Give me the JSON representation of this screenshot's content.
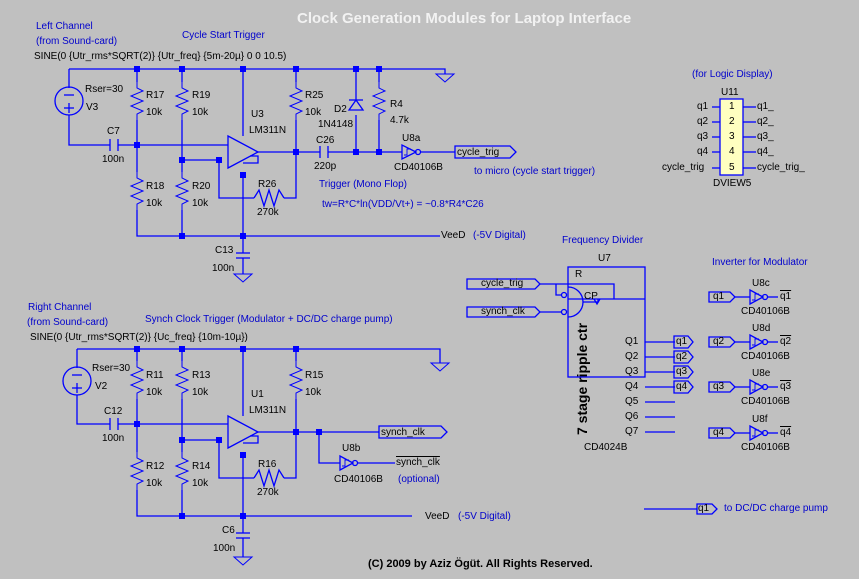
{
  "title": "Clock Generation Modules for Laptop Interface",
  "copyright": "(C) 2009 by Aziz Ögüt. All Rights Reserved.",
  "colors": {
    "background": "#c0c0c0",
    "wire": "#0000ff",
    "annotation": "#0000cc",
    "title": "#f2f2f2",
    "display_body": "#ffffc0"
  },
  "left": {
    "channel_label": "Left Channel",
    "channel_sub": "(from Sound-card)",
    "section_title": "Cycle Start Trigger",
    "source_spec": "SINE(0 {Utr_rms*SQRT(2)} {Utr_freq} {5m-20µ} 0 0 10.5)",
    "source": {
      "ref": "V3",
      "rser": "Rser=30"
    },
    "resistors": [
      {
        "ref": "R17",
        "value": "10k"
      },
      {
        "ref": "R19",
        "value": "10k"
      },
      {
        "ref": "R18",
        "value": "10k"
      },
      {
        "ref": "R20",
        "value": "10k"
      },
      {
        "ref": "R25",
        "value": "10k"
      },
      {
        "ref": "R26",
        "value": "270k"
      },
      {
        "ref": "R4",
        "value": "4.7k"
      }
    ],
    "capacitors": [
      {
        "ref": "C7",
        "value": "100n"
      },
      {
        "ref": "C26",
        "value": "220p"
      },
      {
        "ref": "C13",
        "value": "100n"
      }
    ],
    "comparator": {
      "ref": "U3",
      "part": "LM311N"
    },
    "diode": {
      "ref": "D2",
      "part": "1N4148"
    },
    "inverter": {
      "ref": "U8a",
      "part": "CD40106B"
    },
    "output_net": "cycle_trig",
    "output_note": "to micro (cycle start trigger)",
    "monoflop_label": "Trigger (Mono Flop)",
    "formula": "tw=R*C*ln(VDD/Vt+) = ~0.8*R4*C26",
    "supply_net": "VeeD",
    "supply_note": "(-5V Digital)"
  },
  "display": {
    "heading": "(for Logic Display)",
    "ref": "U11",
    "part": "DVIEW5",
    "pins": [
      {
        "num": "1",
        "in": "q1",
        "out": "q1_"
      },
      {
        "num": "2",
        "in": "q2",
        "out": "q2_"
      },
      {
        "num": "3",
        "in": "q3",
        "out": "q3_"
      },
      {
        "num": "4",
        "in": "q4",
        "out": "q4_"
      },
      {
        "num": "5",
        "in": "cycle_trig",
        "out": "cycle_trig_"
      }
    ]
  },
  "divider": {
    "heading": "Frequency Divider",
    "ref": "U7",
    "part": "CD4024B",
    "body_label": "7 stage ripple ctr",
    "reset_pin": "R",
    "clock_pin": "CP",
    "inputs": [
      "cycle_trig",
      "synch_clk"
    ],
    "outputs": [
      "Q1",
      "Q2",
      "Q3",
      "Q4",
      "Q5",
      "Q6",
      "Q7"
    ],
    "output_nets": [
      "q1",
      "q2",
      "q3",
      "q4"
    ]
  },
  "modulator": {
    "heading": "Inverter for Modulator",
    "inverters": [
      {
        "ref": "U8c",
        "part": "CD40106B",
        "in": "q1",
        "out": "q1"
      },
      {
        "ref": "U8d",
        "part": "CD40106B",
        "in": "q2",
        "out": "q2"
      },
      {
        "ref": "U8e",
        "part": "CD40106B",
        "in": "q3",
        "out": "q3"
      },
      {
        "ref": "U8f",
        "part": "CD40106B",
        "in": "q4",
        "out": "q4"
      }
    ]
  },
  "charge_pump": {
    "net": "q1",
    "note": "to DC/DC charge pump"
  },
  "right": {
    "channel_label": "Right Channel",
    "channel_sub": "(from Sound-card)",
    "section_title": "Synch Clock Trigger (Modulator + DC/DC charge pump)",
    "source_spec": "SINE(0 {Utr_rms*SQRT(2)} {Uc_freq} {10m-10µ})",
    "source": {
      "ref": "V2",
      "rser": "Rser=30"
    },
    "resistors": [
      {
        "ref": "R11",
        "value": "10k"
      },
      {
        "ref": "R13",
        "value": "10k"
      },
      {
        "ref": "R12",
        "value": "10k"
      },
      {
        "ref": "R14",
        "value": "10k"
      },
      {
        "ref": "R15",
        "value": "10k"
      },
      {
        "ref": "R16",
        "value": "270k"
      }
    ],
    "capacitors": [
      {
        "ref": "C12",
        "value": "100n"
      },
      {
        "ref": "C6",
        "value": "100n"
      }
    ],
    "comparator": {
      "ref": "U1",
      "part": "LM311N"
    },
    "inverter": {
      "ref": "U8b",
      "part": "CD40106B"
    },
    "output_net": "synch_clk",
    "inverted_net": "synch_clk",
    "inverted_note": "(optional)",
    "supply_net": "VeeD",
    "supply_note": "(-5V Digital)"
  }
}
